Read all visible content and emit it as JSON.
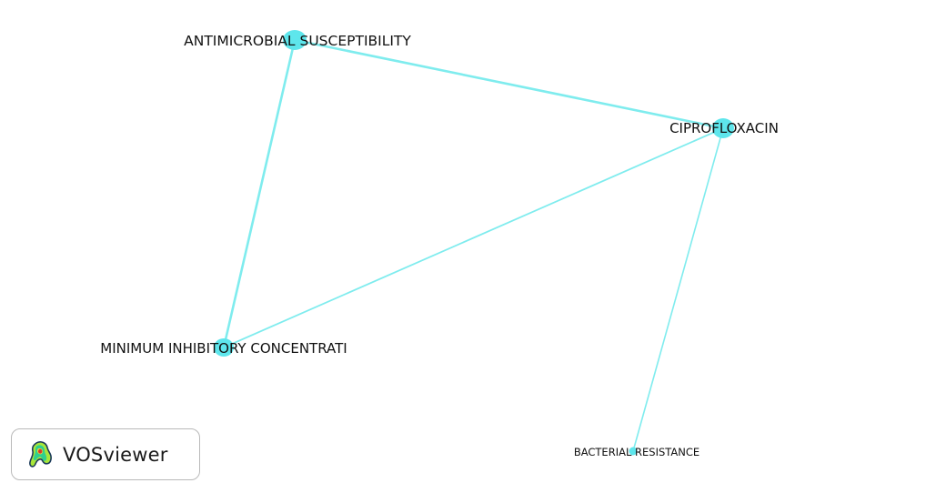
{
  "network": {
    "nodes": [
      {
        "id": "antimicrobial",
        "label": "ANTIMICROBIAL SUSCEPTIBILITY"
      },
      {
        "id": "ciprofloxacin",
        "label": "CIPROFLOXACIN"
      },
      {
        "id": "mic",
        "label": "MINIMUM INHIBITORY CONCENTRATI"
      },
      {
        "id": "bacterial",
        "label": "BACTERIAL RESISTANCE"
      }
    ],
    "edges": [
      {
        "source": "antimicrobial",
        "target": "ciprofloxacin"
      },
      {
        "source": "antimicrobial",
        "target": "mic"
      },
      {
        "source": "ciprofloxacin",
        "target": "mic"
      },
      {
        "source": "ciprofloxacin",
        "target": "bacterial"
      }
    ],
    "colors": {
      "node": "#5ee6ec",
      "edge": "#7fecee",
      "label": "#111111"
    }
  },
  "watermark": {
    "text": "VOSviewer",
    "logo_icon": "vosviewer-logo-icon"
  }
}
